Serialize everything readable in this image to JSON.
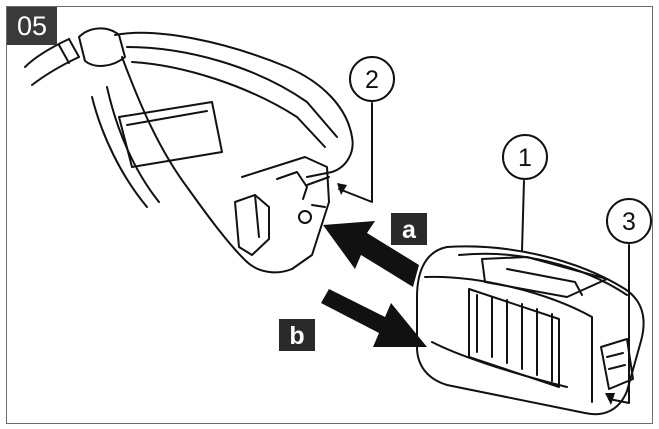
{
  "step": "05",
  "callouts": {
    "one": "1",
    "two": "2",
    "three": "3"
  },
  "arrows": {
    "insert_label": "a",
    "remove_label": "b"
  },
  "colors": {
    "ink": "#111111",
    "badge": "#3a3a3a",
    "tag": "#2a2a2a"
  }
}
